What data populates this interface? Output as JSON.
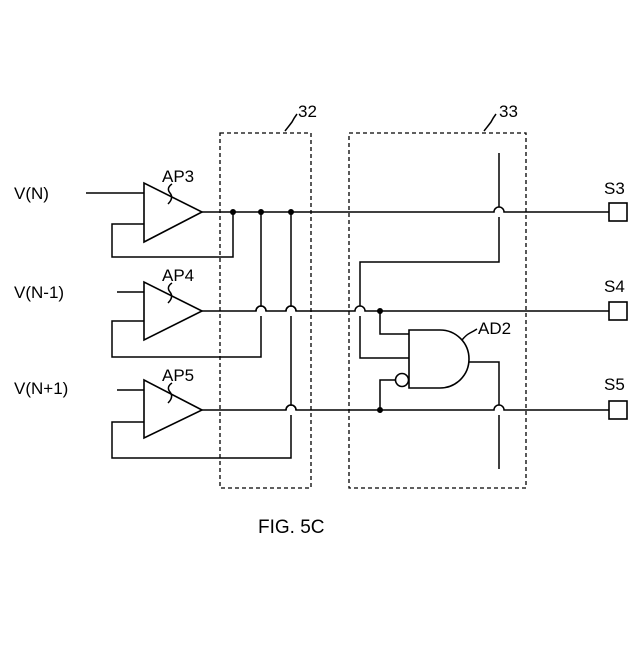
{
  "labels": {
    "inputs": [
      "V(N)",
      "V(N-1)",
      "V(N+1)"
    ],
    "amplifiers": [
      "AP3",
      "AP4",
      "AP5"
    ],
    "outputs": [
      "S3",
      "S4",
      "S5"
    ],
    "gate": "AD2",
    "block32": "32",
    "block33": "33",
    "caption": "FIG. 5C"
  },
  "colors": {
    "line": "#000000",
    "background": "#ffffff"
  },
  "icons": [
    "amplifier-triangle",
    "and-gate",
    "inverting-bubble",
    "junction-dot",
    "wire-hop",
    "output-terminal"
  ]
}
